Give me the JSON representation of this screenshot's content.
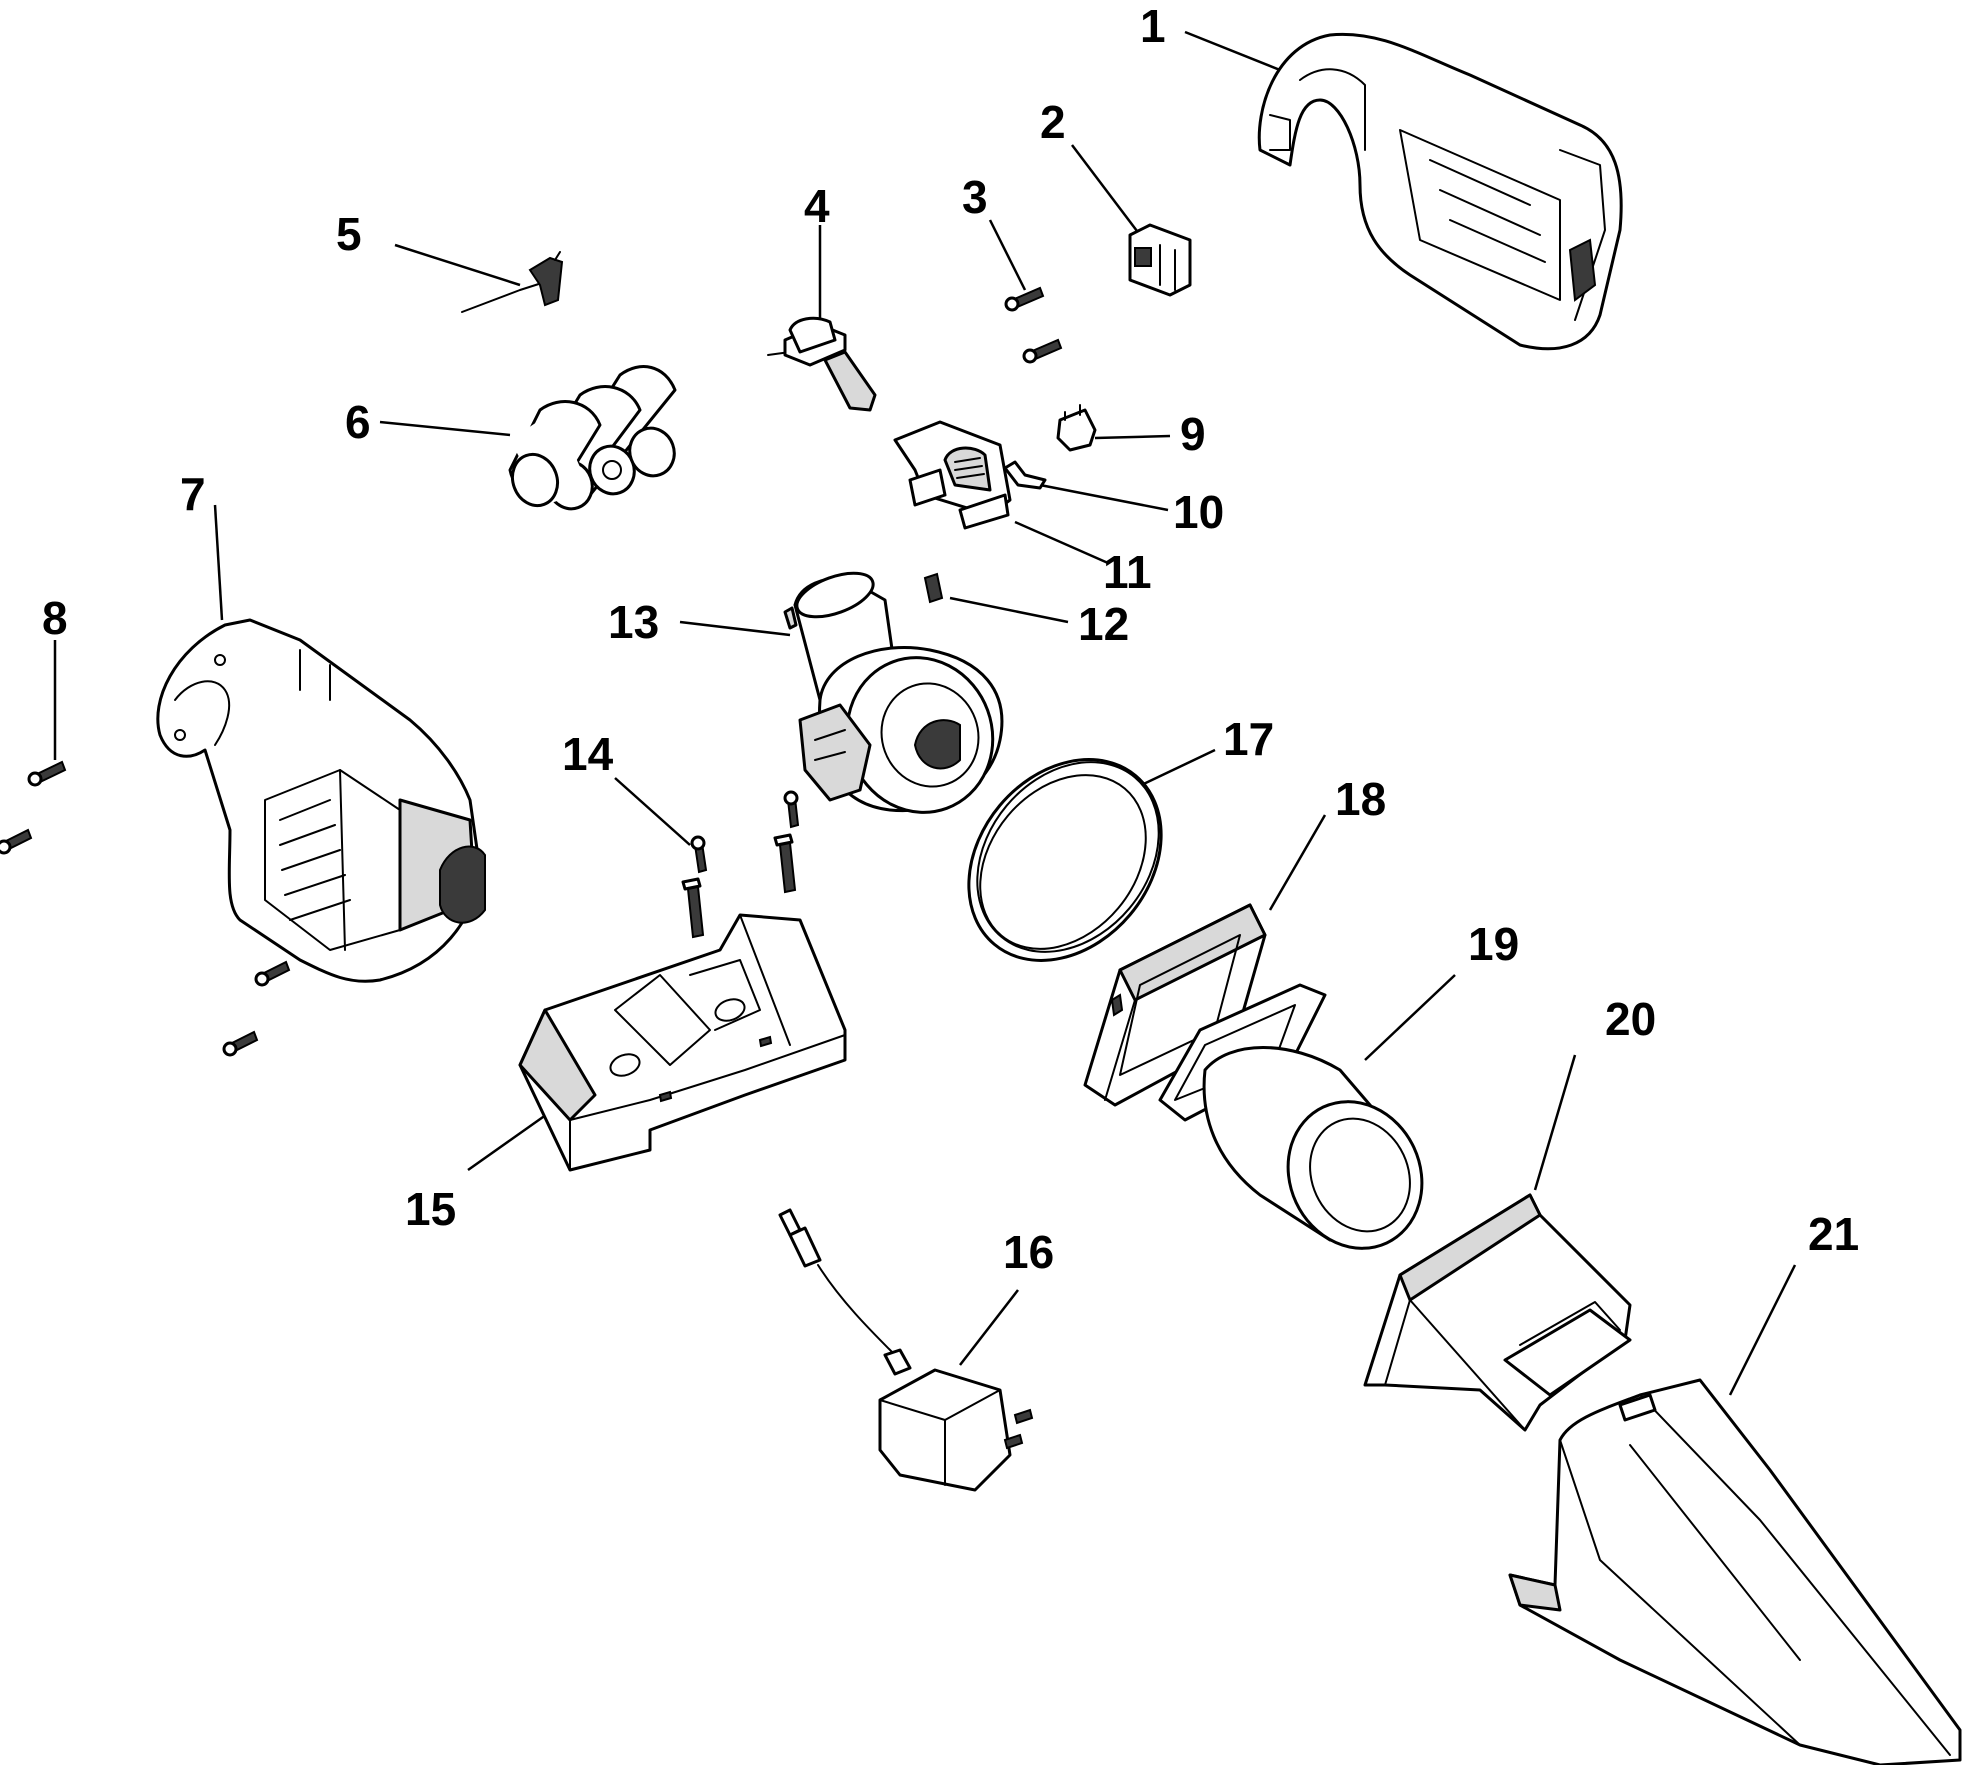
{
  "callouts": [
    "1",
    "2",
    "3",
    "4",
    "5",
    "6",
    "7",
    "8",
    "9",
    "10",
    "11",
    "12",
    "13",
    "14",
    "15",
    "16",
    "17",
    "18",
    "19",
    "20",
    "21"
  ],
  "colors": {
    "line": "#000000",
    "fill": "#ffffff",
    "shade": "#d9d9d9",
    "dark": "#3a3a3a"
  }
}
